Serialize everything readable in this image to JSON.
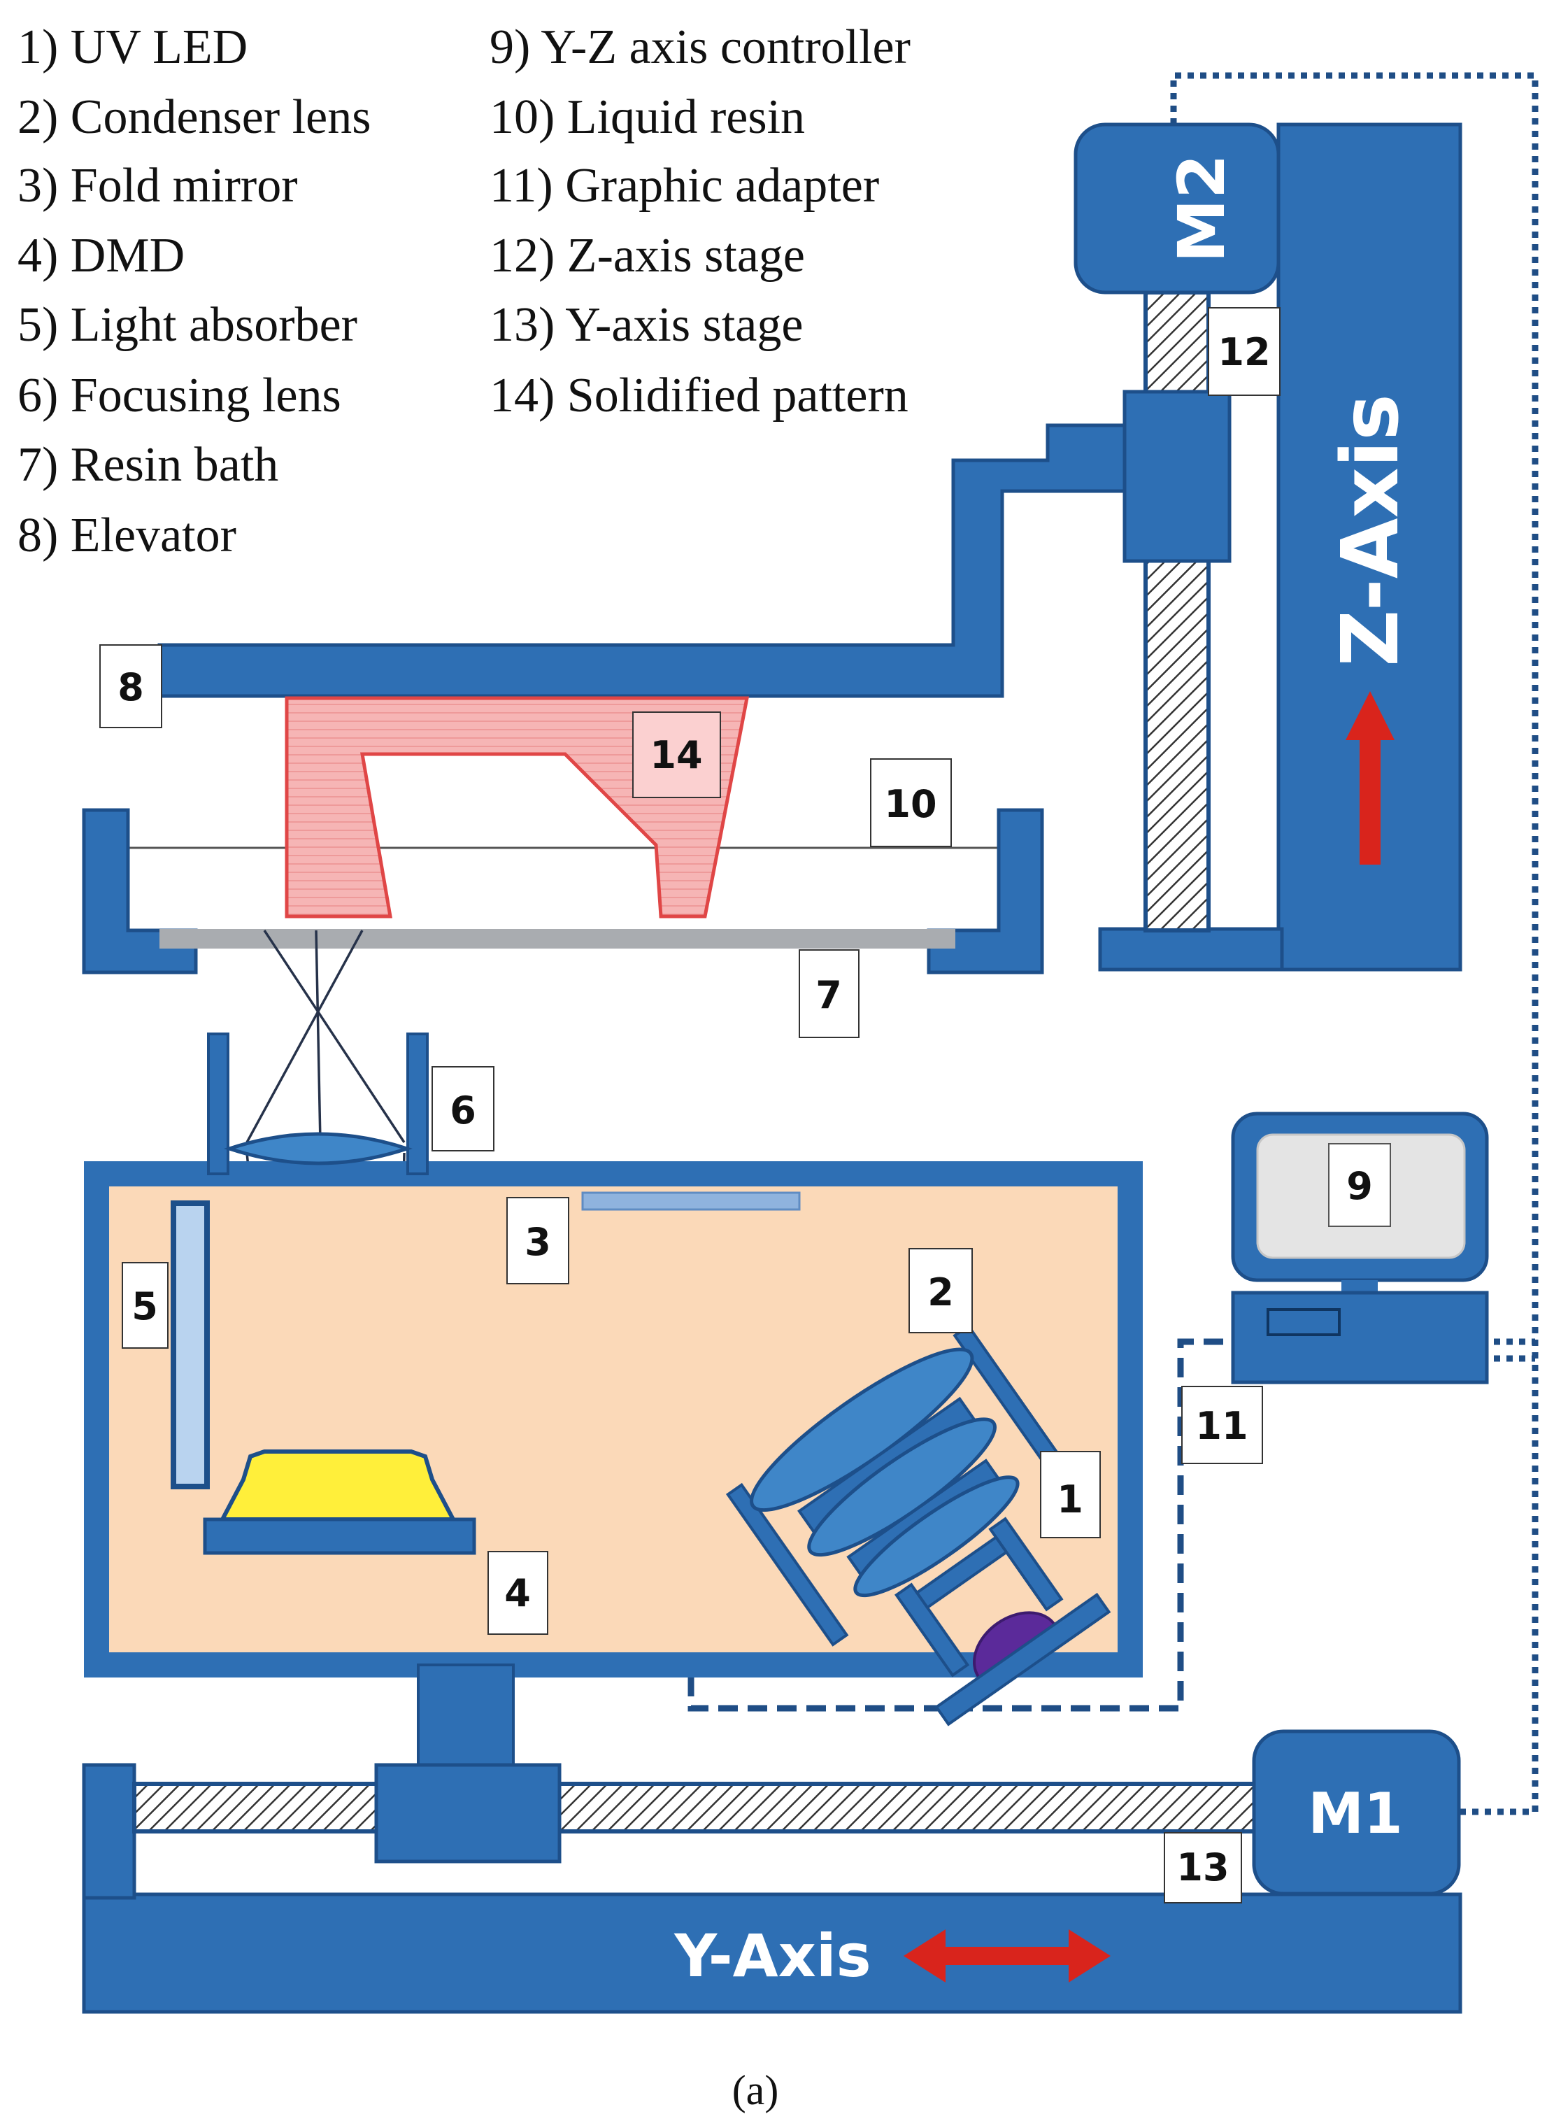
{
  "legend": {
    "left": [
      "1) UV LED",
      "2) Condenser lens",
      "3) Fold mirror",
      "4) DMD",
      "5) Light absorber",
      "6) Focusing lens",
      "7) Resin bath",
      "8) Elevator"
    ],
    "right": [
      "9) Y-Z axis controller",
      "10) Liquid resin",
      "11) Graphic adapter",
      "12) Z-axis stage",
      "13) Y-axis stage",
      "14) Solidified pattern"
    ]
  },
  "callouts": {
    "uv_led": "1",
    "condenser_lens": "2",
    "fold_mirror": "3",
    "dmd": "4",
    "light_absorber": "5",
    "focusing_lens": "6",
    "resin_bath": "7",
    "elevator": "8",
    "controller": "9",
    "liquid_resin": "10",
    "graphic_adapter": "11",
    "z_axis_stage": "12",
    "y_axis_stage": "13",
    "solidified_pattern": "14"
  },
  "motors": {
    "m1": "M1",
    "m2": "M2"
  },
  "axes": {
    "z": "Z-Axis",
    "y": "Y-Axis"
  },
  "caption": "(a)",
  "colors": {
    "frame_blue": "#2e6fb4",
    "frame_edge": "#1d4f8a",
    "housing_fill": "#fbd9b8",
    "pattern_fill": "#f4a9a9",
    "pattern_edge": "#e04646",
    "arrow_red": "#d9241c",
    "dmd_yellow": "#ffef3a",
    "led_purple": "#5b2a9a",
    "screen_gray": "#e4e4e4",
    "bath_gray": "#a9acb0"
  }
}
